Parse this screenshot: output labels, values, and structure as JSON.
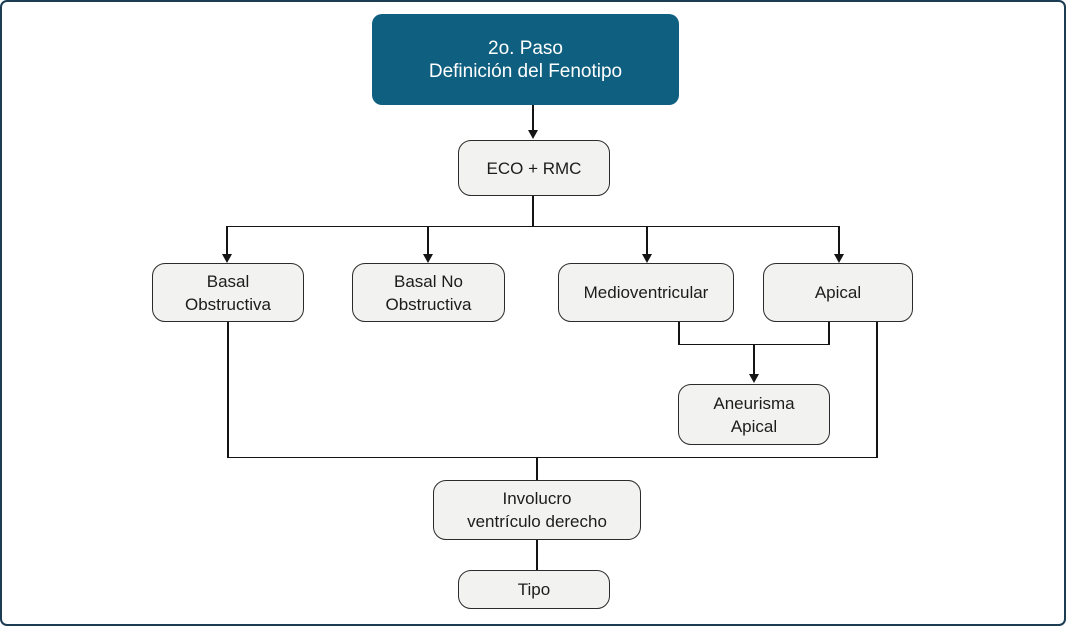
{
  "diagram": {
    "type": "flowchart",
    "language": "es",
    "colors": {
      "header_bg": "#0e5f80",
      "header_text": "#ffffff",
      "node_bg": "#f2f2f1",
      "node_border": "#2b2b2b",
      "node_text": "#1c1c1c",
      "line": "#141414",
      "frame_border": "#1c3c54",
      "page_bg": "#ffffff"
    },
    "nodes": {
      "step_header": {
        "line1": "2o. Paso",
        "line2": "Definición del Fenotipo"
      },
      "eco_rmc": {
        "label": "ECO + RMC"
      },
      "basal_obstructiva": {
        "line1": "Basal",
        "line2": "Obstructiva"
      },
      "basal_no_obstructiva": {
        "line1": "Basal No",
        "line2": "Obstructiva"
      },
      "medioventricular": {
        "label": "Medioventricular"
      },
      "apical": {
        "label": "Apical"
      },
      "aneurisma_apical": {
        "line1": "Aneurisma",
        "line2": "Apical"
      },
      "involucro_vd": {
        "line1": "Involucro",
        "line2": "ventrículo derecho"
      },
      "tipo": {
        "label": "Tipo"
      }
    },
    "edges": [
      "step_header -> eco_rmc (arrow)",
      "eco_rmc -> basal_obstructiva (arrow)",
      "eco_rmc -> basal_no_obstructiva (arrow)",
      "eco_rmc -> medioventricular (arrow)",
      "eco_rmc -> apical (arrow)",
      "medioventricular + apical -> aneurisma_apical (arrow)",
      "basal_obstructiva + apical -> involucro_vd (line)",
      "involucro_vd -> tipo (line)"
    ]
  }
}
